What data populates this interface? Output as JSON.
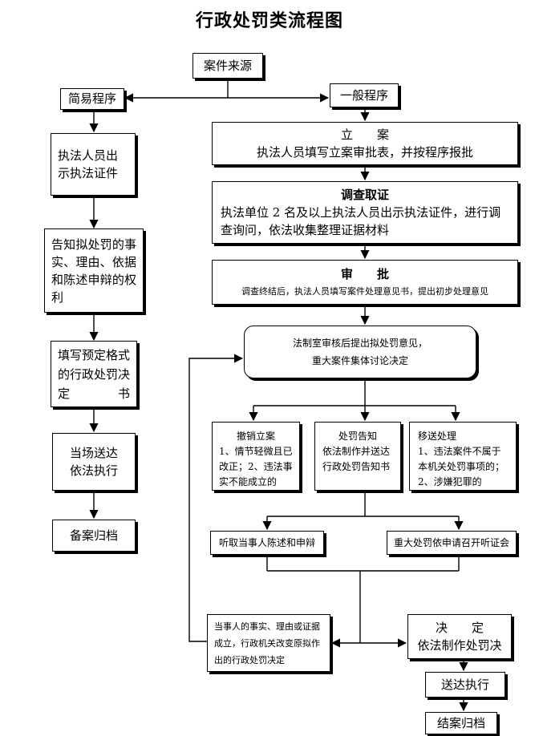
{
  "title": "行政处罚类流程图",
  "nodes": {
    "source": "案件来源",
    "simple": "简易程序",
    "general": "一般程序",
    "s1": "执法人员出示执法证件",
    "s2": "告知拟处罚的事实、理由、依据和陈述申辩的权利",
    "s3": "填写预定格式的行政处罚决定书",
    "s4a": "当场送达",
    "s4b": "依法执行",
    "s5": "备案归档",
    "g1_title": "立　　案",
    "g1_text": "执法人员填写立案审批表，并按程序报批",
    "g2_title": "调查取证",
    "g2_text": "执法单位 2 名及以上执法人员出示执法证件，进行调查询问，依法收集整理证据材料",
    "g3_title": "审　　批",
    "g3_text": "调查终结后，执法人员填写案件处理意见书，提出初步处理意见",
    "g4a": "法制室审核后提出拟处罚意见，",
    "g4b": "重大案件集体讨论决定",
    "cancel_title": "撤销立案",
    "cancel_text": "1、情节轻微且已改正；2、违法事实不能成立的",
    "notify_title": "处罚告知",
    "notify_text": "依法制作并送达行政处罚告知书",
    "transfer_title": "移送处理",
    "transfer_text": "1、违法案件不属于本机关处罚事项的；2、涉嫌犯罪的",
    "hear": "听取当事人陈述和申辩",
    "hearing": "重大处罚依申请召开听证会",
    "change": "当事人的事实、理由或证据成立，行政机关改变原拟作出的行政处罚决定",
    "decide_title": "决　　定",
    "decide_text": "依法制作处罚决",
    "deliver": "送达执行",
    "archive": "结案归档"
  }
}
